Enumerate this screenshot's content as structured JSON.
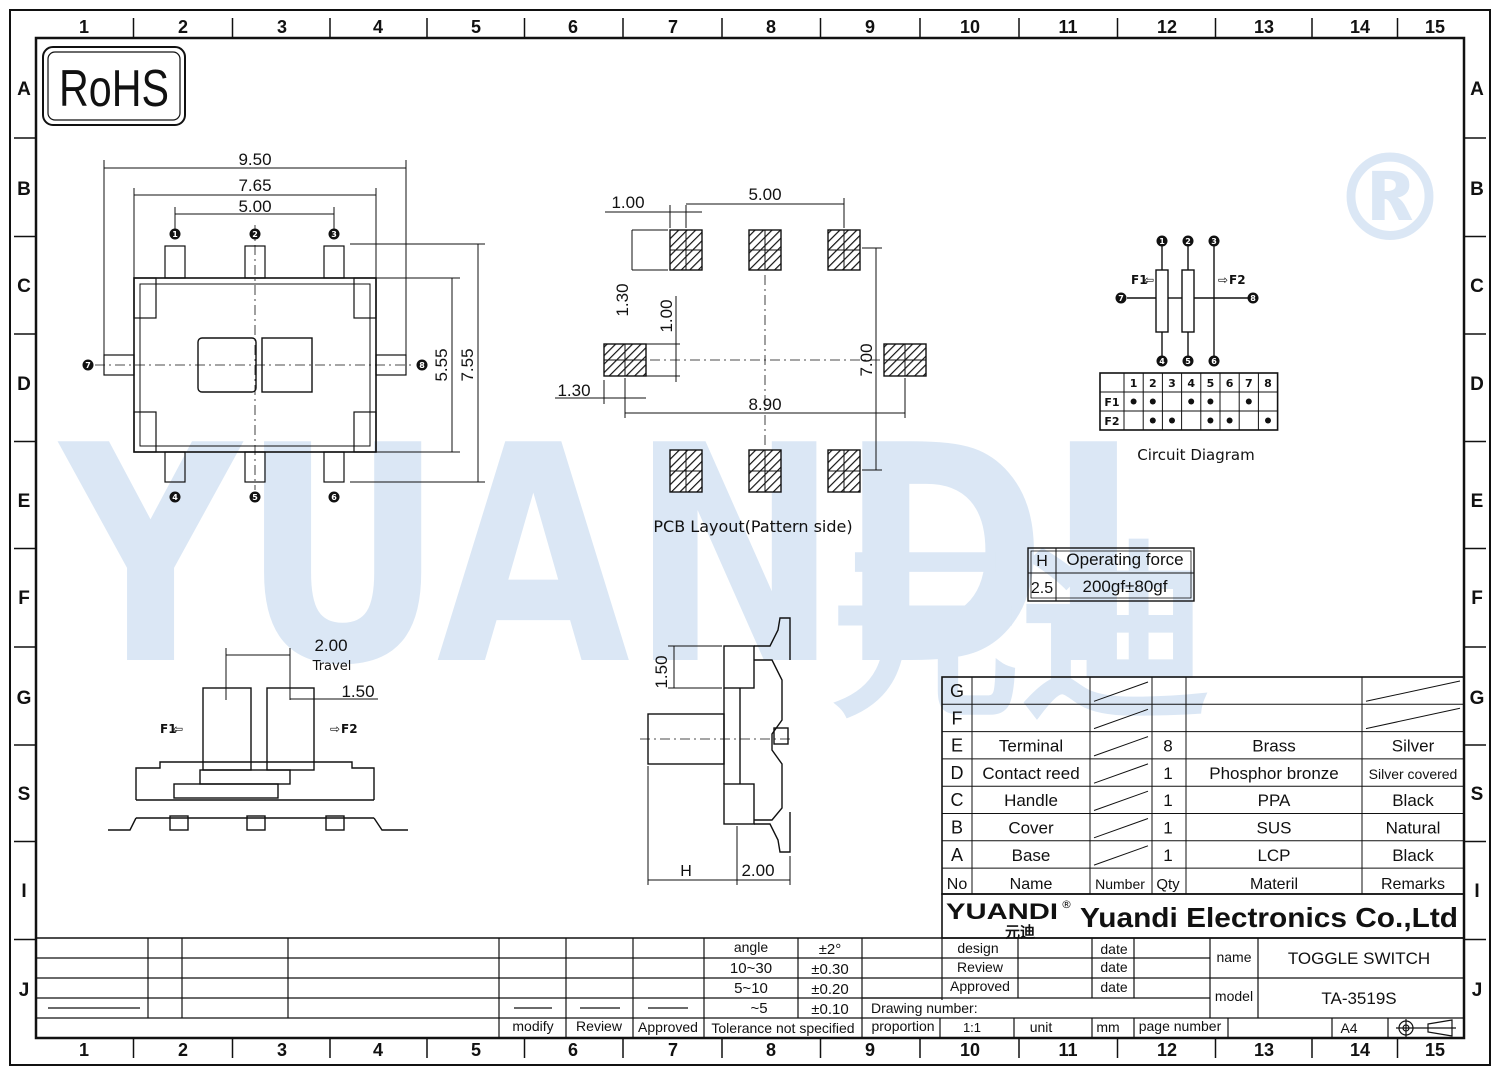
{
  "border": {
    "col_labels": [
      "1",
      "2",
      "3",
      "4",
      "5",
      "6",
      "7",
      "8",
      "9",
      "10",
      "11",
      "12",
      "13",
      "14",
      "15"
    ],
    "row_labels": [
      "A",
      "B",
      "C",
      "D",
      "E",
      "F",
      "G",
      "S",
      "I",
      "J"
    ]
  },
  "rohs": "RoHS",
  "watermark": {
    "text": "YUANDI",
    "cjk": "元迪",
    "reg": "®"
  },
  "top_view": {
    "dims": [
      "9.50",
      "7.65",
      "5.00",
      "5.55",
      "7.55"
    ],
    "pins_top": [
      "1",
      "2",
      "3"
    ],
    "pins_bottom": [
      "4",
      "5",
      "6"
    ],
    "pin_left": "7",
    "pin_right": "8"
  },
  "pcb": {
    "dims": [
      "1.00",
      "5.00",
      "1.30",
      "1.00",
      "7.00",
      "1.30",
      "8.90"
    ],
    "caption": "PCB  Layout(Pattern  side)"
  },
  "circuit": {
    "pins": [
      "1",
      "2",
      "3",
      "4",
      "5",
      "6",
      "7",
      "8"
    ],
    "labels": {
      "f1": "F1",
      "f2": "F2"
    },
    "table": {
      "header": [
        "1",
        "2",
        "3",
        "4",
        "5",
        "6",
        "7",
        "8"
      ],
      "rows": [
        {
          "name": "F1",
          "dots": [
            true,
            true,
            false,
            true,
            true,
            false,
            true,
            false
          ]
        },
        {
          "name": "F2",
          "dots": [
            false,
            true,
            true,
            false,
            true,
            true,
            false,
            true
          ]
        }
      ]
    },
    "caption": "Circuit  Diagram"
  },
  "force": {
    "h_label": "H",
    "op_label": "Operating force",
    "h_value": "2.5",
    "op_value": "200gf±80gf"
  },
  "side_view": {
    "dims": [
      "2.00",
      "Travel",
      "1.50"
    ],
    "f1": "F1",
    "f2": "F2"
  },
  "end_view": {
    "dims": [
      "1.50",
      "H",
      "2.00"
    ]
  },
  "bom": {
    "rows": [
      {
        "no": "G",
        "name": "",
        "qty": "",
        "mat": "",
        "rem": ""
      },
      {
        "no": "F",
        "name": "",
        "qty": "",
        "mat": "",
        "rem": ""
      },
      {
        "no": "E",
        "name": "Terminal",
        "qty": "8",
        "mat": "Brass",
        "rem": "Silver"
      },
      {
        "no": "D",
        "name": "Contact reed",
        "qty": "1",
        "mat": "Phosphor bronze",
        "rem": "Silver covered"
      },
      {
        "no": "C",
        "name": "Handle",
        "qty": "1",
        "mat": "PPA",
        "rem": "Black"
      },
      {
        "no": "B",
        "name": "Cover",
        "qty": "1",
        "mat": "SUS",
        "rem": "Natural"
      },
      {
        "no": "A",
        "name": "Base",
        "qty": "1",
        "mat": "LCP",
        "rem": "Black"
      }
    ],
    "header": {
      "no": "No",
      "name": "Name",
      "number": "Number",
      "qty": "Qty",
      "mat": "Materil",
      "rem": "Remarks"
    }
  },
  "company": {
    "logo": "YUANDI",
    "logo_cjk": "元迪",
    "name": "Yuandi Electronics Co.,Ltd"
  },
  "title_block": {
    "tolerance": {
      "rows": [
        [
          "angle",
          "±2°"
        ],
        [
          "10~30",
          "±0.30"
        ],
        [
          "5~10",
          "±0.20"
        ],
        [
          "~5",
          "±0.10"
        ]
      ],
      "note": "Tolerance not specified"
    },
    "rev_labels": [
      "modify",
      "Review",
      "Approved"
    ],
    "sign": [
      "design",
      "Review",
      "Approved"
    ],
    "date": "date",
    "drawing_number": "Drawing number:",
    "proportion": "proportion",
    "scale": "1:1",
    "unit_label": "unit",
    "unit": "mm",
    "page_number": "page number",
    "name_label": "name",
    "name": "TOGGLE SWITCH",
    "model_label": "model",
    "model": "TA-3519S",
    "size": "A4"
  }
}
